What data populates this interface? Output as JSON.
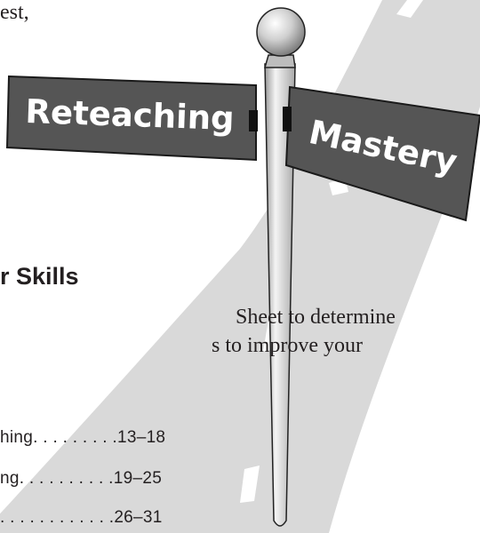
{
  "top_fragment": "est,",
  "signs": {
    "left": "Reteaching",
    "right": "Mastery"
  },
  "section": {
    "heading": "r Skills",
    "body_lines": [
      "Sheet to determine",
      "s to improve your"
    ]
  },
  "toc": [
    {
      "label": "hing",
      "leader": ". . . . . . . . .",
      "pages": "13–18"
    },
    {
      "label": "ng",
      "leader": ". . . . . . . . . .",
      "pages": "19–25"
    },
    {
      "label": "",
      "leader": ". . . . . . . . . . . .",
      "pages": "26–31"
    }
  ],
  "colors": {
    "road": "#d9d9d9",
    "sign": "#555555",
    "sign_border": "#1a1a1a",
    "pole": "#cfcfcf",
    "text": "#231f20"
  }
}
